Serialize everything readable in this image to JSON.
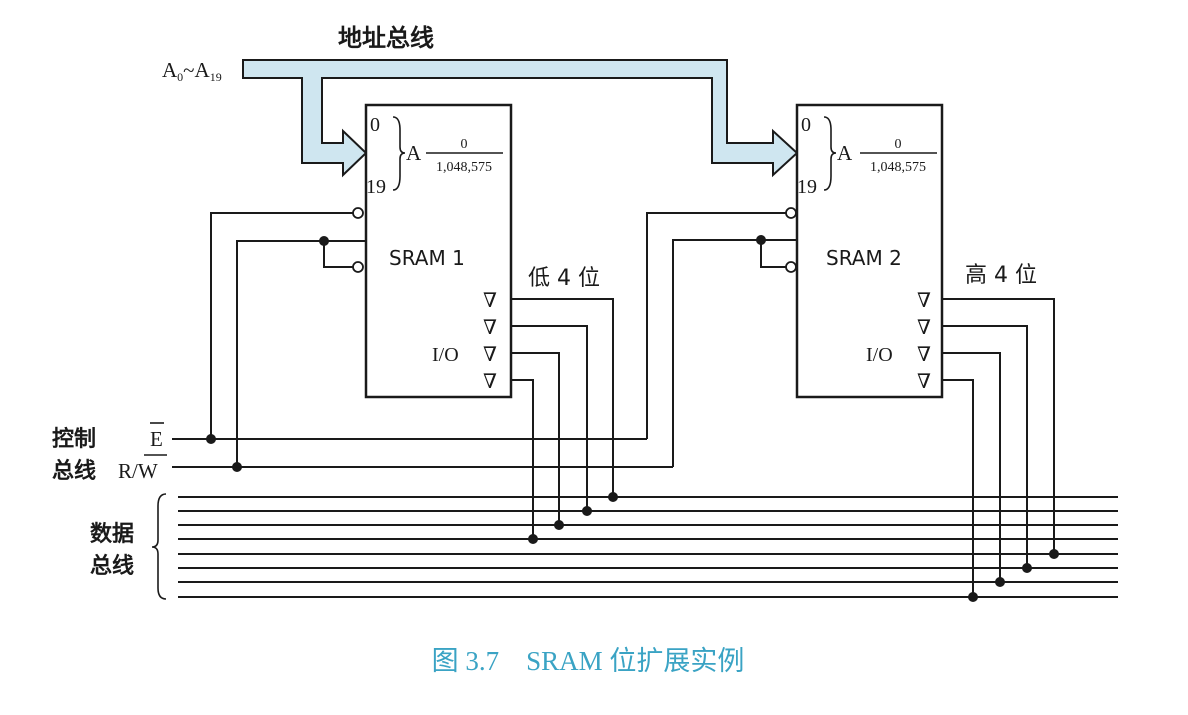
{
  "address_bus": {
    "title": "地址总线",
    "signal_base": "A",
    "sub_start": "0",
    "sep": "~",
    "sub_end": "19"
  },
  "control_bus": {
    "label_line1": "控制",
    "label_line2": "总线",
    "enable_signal": "E",
    "rw_prefix": "R/",
    "rw_overbar": "W"
  },
  "data_bus": {
    "label_line1": "数据",
    "label_line2": "总线"
  },
  "chips": [
    {
      "name": "SRAM 1",
      "addr_top": "0",
      "addr_bottom": "19",
      "addr_letter": "A",
      "range_top": "0",
      "range_bottom": "1,048,575",
      "io_label": "I/O",
      "nibble_label": "低 4 位"
    },
    {
      "name": "SRAM 2",
      "addr_top": "0",
      "addr_bottom": "19",
      "addr_letter": "A",
      "range_top": "0",
      "range_bottom": "1,048,575",
      "io_label": "I/O",
      "nibble_label": "高 4 位"
    }
  ],
  "tri_symbol": "∇",
  "caption": "图 3.7　SRAM 位扩展实例",
  "colors": {
    "bus_fill": "#cfe6f0",
    "bus_stroke": "#1a1a1a",
    "caption": "#3aa3c4"
  }
}
